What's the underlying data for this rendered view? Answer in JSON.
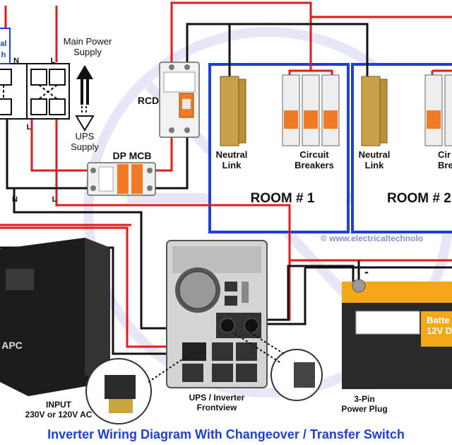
{
  "labels": {
    "main_power_supply_line1": "Main Power",
    "main_power_supply_line2": "Supply",
    "ups_supply_line1": "UPS",
    "ups_supply_line2": "Supply",
    "rcd": "RCD",
    "dp_mcb": "DP MCB",
    "neutral": "N",
    "line": "L",
    "neutral_link_1_line1": "Neutral",
    "neutral_link_1_line2": "Link",
    "circuit_breakers_1_line1": "Circuit",
    "circuit_breakers_1_line2": "Breakers",
    "room_1": "ROOM # 1",
    "neutral_link_2_line1": "Neutral",
    "neutral_link_2_line2": "Link",
    "circuit_breakers_2_line1": "Cir",
    "circuit_breakers_2_line2": "Bre",
    "room_2": "ROOM # 2",
    "watermark": "© www.electricaltechnolo",
    "battery_line1": "Batte",
    "battery_line2": "12V D",
    "battery_minus": "-",
    "ups_brand": "APC",
    "input_line1": "INPUT",
    "input_line2": "230V or 120V AC",
    "ups_frontview_line1": "UPS / Inverter",
    "ups_frontview_line2": "Frontview",
    "plug_line1": "3-Pin",
    "plug_line2": "Power Plug",
    "switch_partial_1": "al",
    "switch_partial_2": "h",
    "title": "Inverter Wiring Diagram With Changeover / Transfer Switch"
  },
  "colors": {
    "live_wire": "#e01b1b",
    "neutral_wire": "#111111",
    "room_border": "#1f3fd6",
    "title": "#1f3fd6",
    "watermark": "#8c8cc8",
    "ups_body": "#1c1c1c",
    "battery_case": "#f2a818",
    "battery_label": "#f2a818",
    "brass": "#c9a14a"
  }
}
